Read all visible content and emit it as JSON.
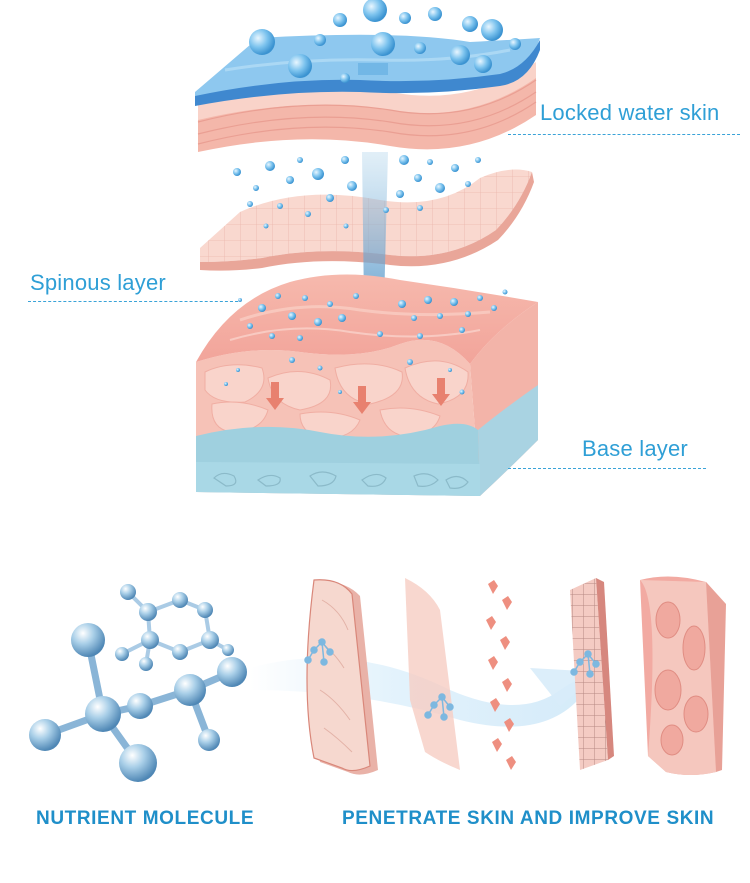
{
  "labels": {
    "locked_water_skin": "Locked water skin",
    "spinous_layer": "Spinous layer",
    "base_layer": "Base layer"
  },
  "captions": {
    "nutrient_molecule": "NUTRIENT MOLECULE",
    "penetrate": "PENETRATE SKIN AND IMPROVE SKIN"
  },
  "colors": {
    "label_blue": "#2f9fd6",
    "caption_blue": "#1f8fc9",
    "water_blue": "#5fb3e6",
    "skin_pink": "#f7c8bd",
    "skin_dark": "#e59a90",
    "base_teal": "#9fd0df"
  }
}
